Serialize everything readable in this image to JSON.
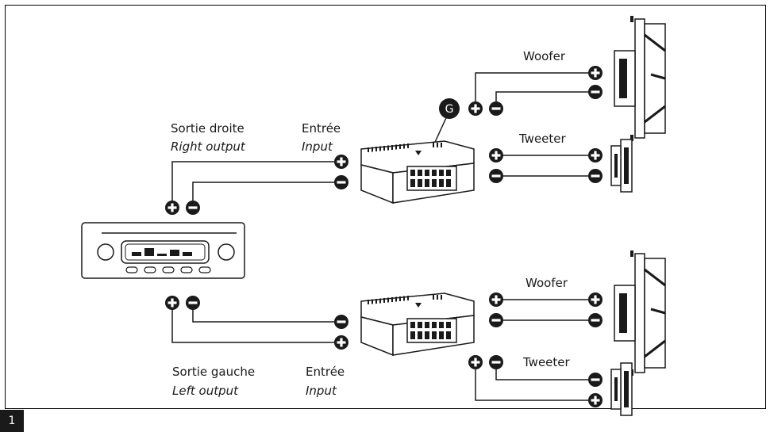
{
  "page_number": "1",
  "labels": {
    "right_output_fr": "Sortie droite",
    "right_output_en": "Right output",
    "right_input_fr": "Entrée",
    "right_input_en": "Input",
    "left_output_fr": "Sortie gauche",
    "left_output_en": "Left output",
    "left_input_fr": "Entrée",
    "left_input_en": "Input",
    "woofer_top": "Woofer",
    "tweeter_top": "Tweeter",
    "woofer_bottom": "Woofer",
    "tweeter_bottom": "Tweeter",
    "ground_marker": "G"
  },
  "icons": [
    "plus-terminal-icon",
    "minus-terminal-icon",
    "ground-marker-icon",
    "head-unit-icon",
    "crossover-icon",
    "woofer-speaker-icon",
    "tweeter-speaker-icon"
  ]
}
